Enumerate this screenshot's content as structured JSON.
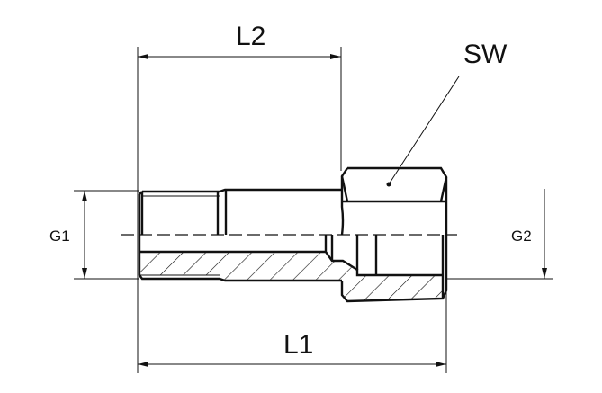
{
  "drawing": {
    "labels": {
      "l1": "L1",
      "l2": "L2",
      "sw": "SW",
      "g1": "G1",
      "g2": "G2"
    }
  }
}
